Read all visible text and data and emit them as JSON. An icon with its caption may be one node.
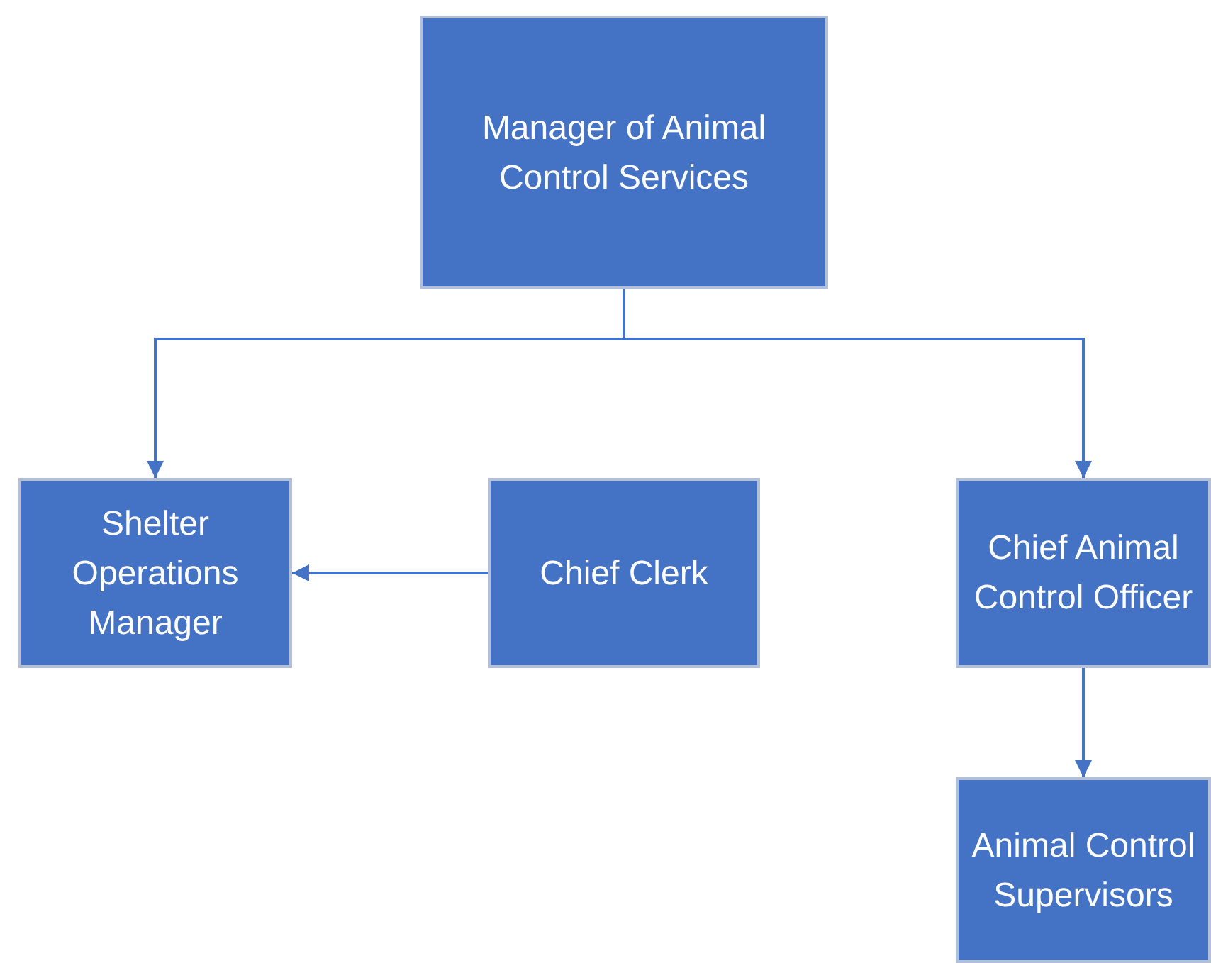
{
  "diagram": {
    "nodes": [
      {
        "text": [
          "Manager of Animal Control Services"
        ]
      },
      {
        "text": [
          "Shelter Operations Manager"
        ]
      },
      {
        "text": [
          "Chief Clerk"
        ]
      },
      {
        "text": [
          "Chief Animal Control Officer"
        ]
      },
      {
        "text": [
          "Animal Control Supervisors"
        ]
      }
    ],
    "edges": [
      {
        "from": 0,
        "to": 1,
        "arrow": "to"
      },
      {
        "from": 0,
        "to": 3,
        "arrow": "to"
      },
      {
        "from": 2,
        "to": 1,
        "arrow": "to"
      },
      {
        "from": 3,
        "to": 4,
        "arrow": "to"
      }
    ]
  }
}
